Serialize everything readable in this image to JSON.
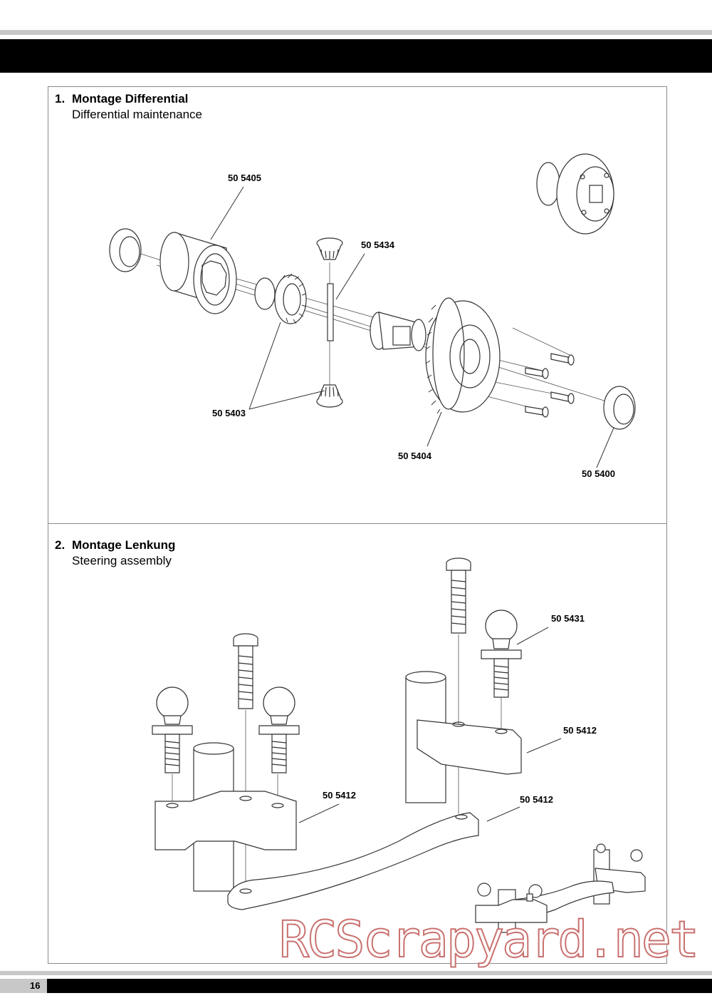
{
  "page": {
    "number": "16"
  },
  "section1": {
    "num": "1.",
    "title_de": "Montage Differential",
    "title_en": "Differential maintenance",
    "parts": [
      "50 5405",
      "50 5434",
      "50 5403",
      "50 5404",
      "50 5400"
    ]
  },
  "section2": {
    "num": "2.",
    "title_de": "Montage Lenkung",
    "title_en": "Steering assembly",
    "parts": [
      "50 5431",
      "50 5412",
      "50 5412",
      "50 5412"
    ]
  },
  "watermark": {
    "text": "RCScrapyard.net",
    "color": "#c9716f"
  },
  "colors": {
    "band": "#000000",
    "rule": "#c8c8c8",
    "frame": "#8a8a8a"
  }
}
